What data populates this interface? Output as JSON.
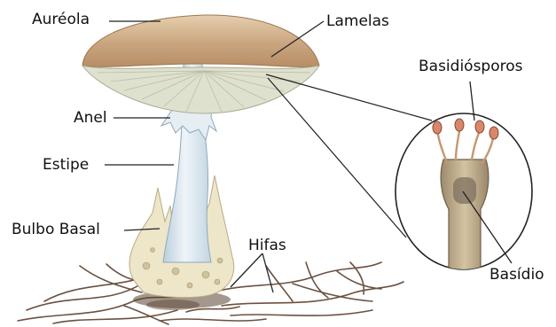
{
  "labels": {
    "aureola": "Auréola",
    "lamelas": "Lamelas",
    "basidiosporos": "Basidiósporos",
    "anel": "Anel",
    "estipe": "Estipe",
    "bulbo_basal": "Bulbo Basal",
    "hifas": "Hifas",
    "basidio": "Basídio"
  },
  "colors": {
    "cap_top": "#c9a57f",
    "cap_gills": "#dfe1cf",
    "stipe": "#d8e6ee",
    "volva": "#ede6c9",
    "hyphae": "#6b5140",
    "spores": "#d9876a",
    "basidium": "#c4b090",
    "leader_line": "#222222"
  }
}
